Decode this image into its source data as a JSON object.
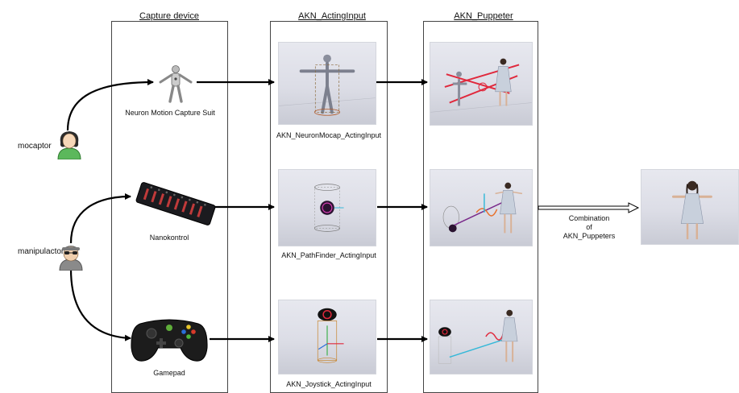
{
  "columns": {
    "capture": "Capture device",
    "acting": "AKN_ActingInput",
    "puppeter": "AKN_Puppeter"
  },
  "actors": {
    "mocaptor": "mocaptor",
    "manipulactor": "manipulactor"
  },
  "devices": {
    "suit": "Neuron Motion Capture Suit",
    "nano": "Nanokontrol",
    "gamepad": "Gamepad"
  },
  "acting_inputs": {
    "neuron": "AKN_NeuronMocap_ActingInput",
    "pathfinder": "AKN_PathFinder_ActingInput",
    "joystick": "AKN_Joystick_ActingInput"
  },
  "combination": {
    "line1": "Combination",
    "line2": "of",
    "line3": "AKN_Puppeters"
  },
  "colors": {
    "arrow": "#000000",
    "panel_border": "#444444",
    "mocaptor_body": "#5cb85c",
    "rig_red": "#e0283c",
    "rig_orange": "#e8702a",
    "rig_cyan": "#35b8d8"
  }
}
